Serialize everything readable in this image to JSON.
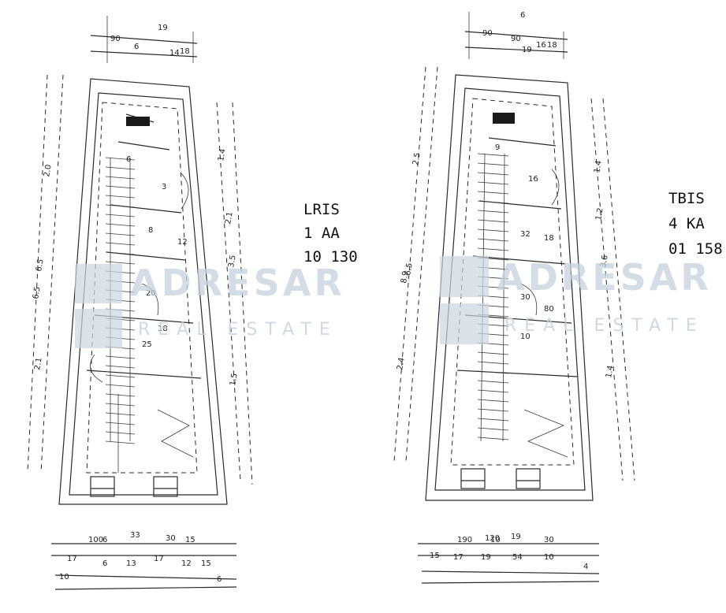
{
  "plans": [
    {
      "id": "left",
      "side_label_lines": [
        "LRIS",
        "1 AA",
        "10 130"
      ],
      "top_dims": [
        "90",
        "6",
        "19",
        "14",
        "18"
      ],
      "bottom_dims": [
        "100",
        "6",
        "33",
        "30",
        "15",
        "17",
        "6",
        "13",
        "17",
        "12",
        "15",
        "10",
        "6"
      ],
      "left_dims": [
        "2.0",
        "6.5",
        "6.5",
        "2.1"
      ],
      "right_dims": [
        "1.4",
        "2.1",
        "3.5",
        "1.5"
      ],
      "inner_dims": [
        "6",
        "3",
        "8",
        "12",
        "20",
        "18",
        "25"
      ]
    },
    {
      "id": "right",
      "side_label_lines": [
        "TBIS",
        "4 KA",
        "01 158"
      ],
      "top_dims": [
        "90",
        "90",
        "6",
        "19",
        "16",
        "18"
      ],
      "bottom_dims": [
        "190",
        "10",
        "120",
        "19",
        "30",
        "15",
        "17",
        "19",
        "54",
        "10",
        "4"
      ],
      "left_dims": [
        "2.5",
        "6.5",
        "8.9",
        "2.4"
      ],
      "right_dims": [
        "1.4",
        "1.2",
        "3.6",
        "1.4"
      ],
      "inner_dims": [
        "9",
        "16",
        "32",
        "18",
        "30",
        "80",
        "10"
      ]
    }
  ],
  "watermark": {
    "brand": "ADRESAR",
    "sub": "REAL ESTATE"
  }
}
